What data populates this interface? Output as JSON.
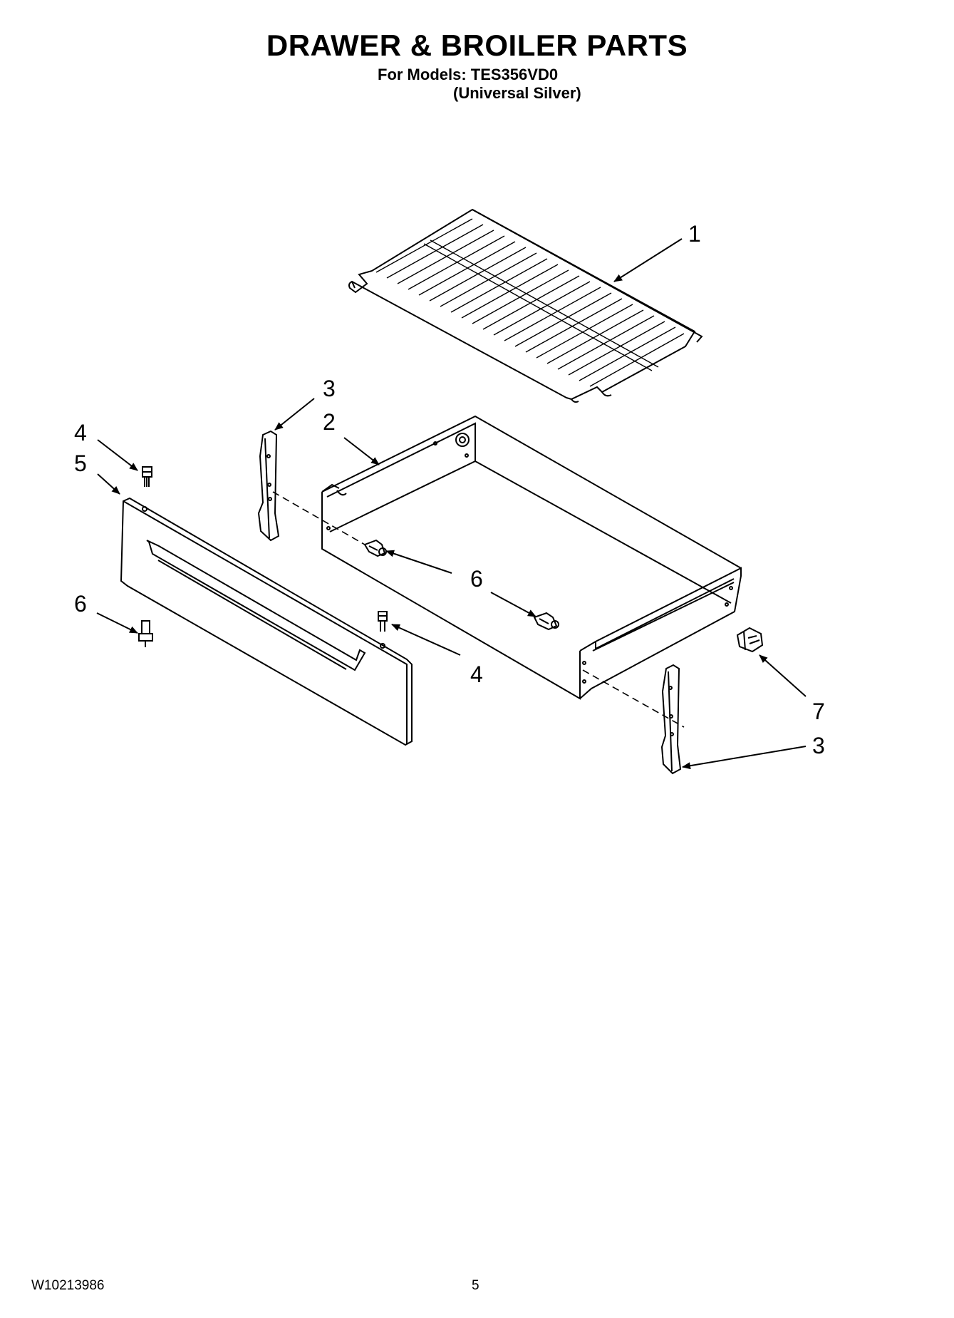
{
  "header": {
    "title": "DRAWER & BROILER PARTS",
    "models_line": "For Models: TES356VD0",
    "finish_line": "(Universal Silver)"
  },
  "callouts": {
    "c1": "1",
    "c2": "2",
    "c3_top": "3",
    "c3_bottom": "3",
    "c4_left": "4",
    "c4_right": "4",
    "c5": "5",
    "c6_left": "6",
    "c6_mid": "6",
    "c7": "7"
  },
  "footer": {
    "doc_number": "W10213986",
    "page_number": "5"
  }
}
